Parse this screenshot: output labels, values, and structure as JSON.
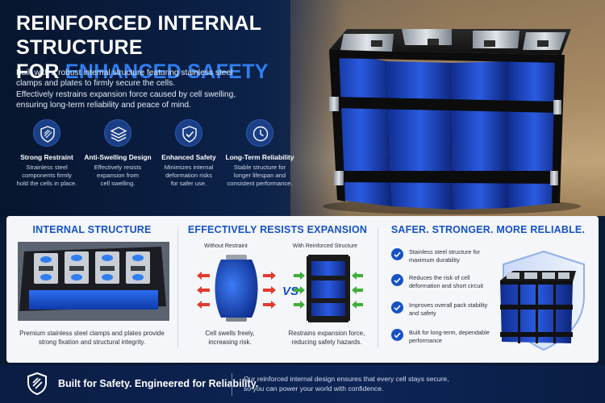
{
  "hero": {
    "title_line1": "REINFORCED INTERNAL STRUCTURE",
    "title_line2_prefix": "FOR ",
    "title_line2_accent": "ENHANCED SAFETY",
    "paragraph1": "Built with a robust internal structure featuring stainless steel clamps and plates to firmly secure the cells.",
    "paragraph2": "Effectively restrains expansion force caused by cell swelling, ensuring long-term reliability and peace of mind."
  },
  "features": [
    {
      "icon": "shield-stripes-icon",
      "title": "Strong Restraint",
      "desc_lines": [
        "Strainless steel",
        "components firmly",
        "hold the cells in place."
      ]
    },
    {
      "icon": "layers-icon",
      "title": "Anti-Swelling Design",
      "desc_lines": [
        "Effectively resists",
        "expansion from",
        "cell swelling."
      ]
    },
    {
      "icon": "shield-check-icon",
      "title": "Enhanced Safety",
      "desc_lines": [
        "Minimizes internal",
        "deformation risks",
        "for safer use."
      ]
    },
    {
      "icon": "clock-icon",
      "title": "Long-Term Reliability",
      "desc_lines": [
        "Stable structure for",
        "longer lifespan and",
        "consistent performance."
      ]
    }
  ],
  "internal": {
    "title": "INTERNAL STRUCTURE",
    "caption_lines": [
      "Premium stainless steel clamps and plates provide",
      "strong fixation and structural integrity."
    ]
  },
  "expansion": {
    "title": "EFFECTIVELY RESISTS EXPANSION",
    "left_label": "Without Restraint",
    "right_label": "With Reinforced Structure",
    "vs": "VS",
    "left_caption_lines": [
      "Cell swells freely,",
      "increasing risk."
    ],
    "right_caption_lines": [
      "Restrains expansion force,",
      "reducing safety hazards."
    ]
  },
  "reliable": {
    "title": "SAFER. STRONGER. MORE RELIABLE.",
    "items": [
      {
        "lines": [
          "Stainless steel structure for",
          "maximum durability"
        ]
      },
      {
        "lines": [
          "Reduces the risk of cell",
          "deformation and short circuit"
        ]
      },
      {
        "lines": [
          "Improves overall pack stability",
          "and safety"
        ]
      },
      {
        "lines": [
          "Built for long-term, dependable",
          "performance"
        ]
      }
    ]
  },
  "footer": {
    "tagline": "Built for Safety. Engineered for Reliability.",
    "text_lines": [
      "Our reinforced internal design ensures that every cell stays secure,",
      "so you can power your world with confidence."
    ]
  },
  "colors": {
    "accent": "#2f7ff0",
    "section_title": "#1552c6",
    "navy": "#0b1a33"
  }
}
